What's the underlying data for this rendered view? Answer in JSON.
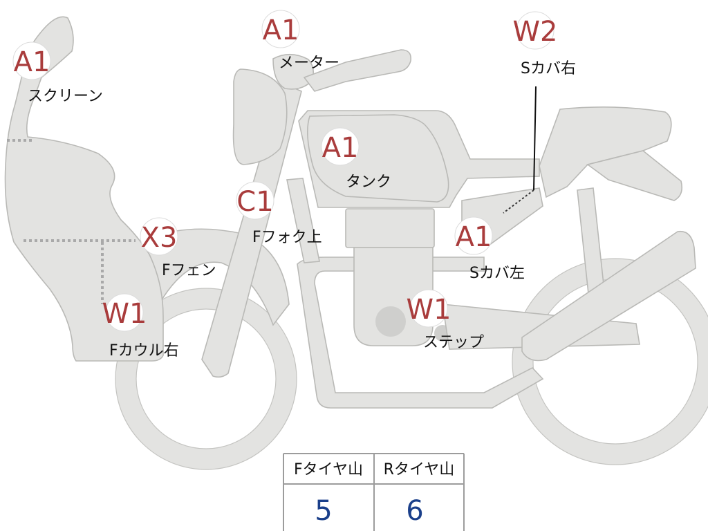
{
  "parts": {
    "screen": {
      "code": "A1",
      "label": "スクリーン"
    },
    "meter": {
      "code": "A1",
      "label": "メーター"
    },
    "s_cover_r": {
      "code": "W2",
      "label": "Sカバ右"
    },
    "tank": {
      "code": "A1",
      "label": "タンク"
    },
    "f_fork_up": {
      "code": "C1",
      "label": "Fフォク上"
    },
    "f_fender": {
      "code": "X3",
      "label": "Fフェン"
    },
    "s_cover_l": {
      "code": "A1",
      "label": "Sカバ左"
    },
    "f_cowl_r": {
      "code": "W1",
      "label": "Fカウル右"
    },
    "step": {
      "code": "W1",
      "label": "ステップ"
    }
  },
  "tire_table": {
    "headers": [
      "Fタイヤ山",
      "Rタイヤ山"
    ],
    "values": [
      "5",
      "6"
    ]
  },
  "colors": {
    "code_text": "#a93c3c",
    "value_text": "#1a3f8a",
    "body_fill": "#e3e3e1"
  }
}
